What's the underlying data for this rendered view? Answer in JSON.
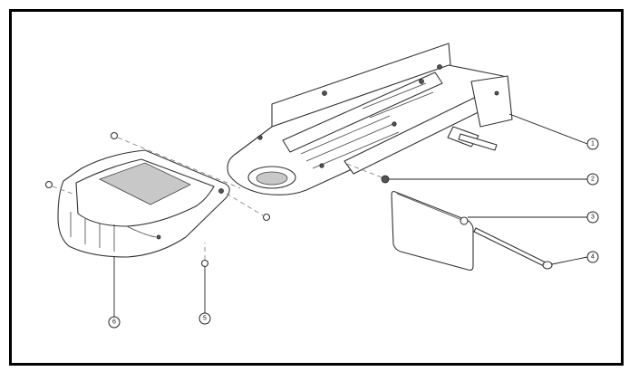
{
  "diagram": {
    "callouts": [
      {
        "id": "c1",
        "label": "1"
      },
      {
        "id": "c2",
        "label": "2"
      },
      {
        "id": "c3",
        "label": "3"
      },
      {
        "id": "c4",
        "label": "4"
      },
      {
        "id": "c5",
        "label": "5"
      },
      {
        "id": "c6",
        "label": "6"
      }
    ]
  },
  "colors": {
    "frame": "#000000",
    "line": "#333333",
    "shade": "#c8c8c8"
  }
}
